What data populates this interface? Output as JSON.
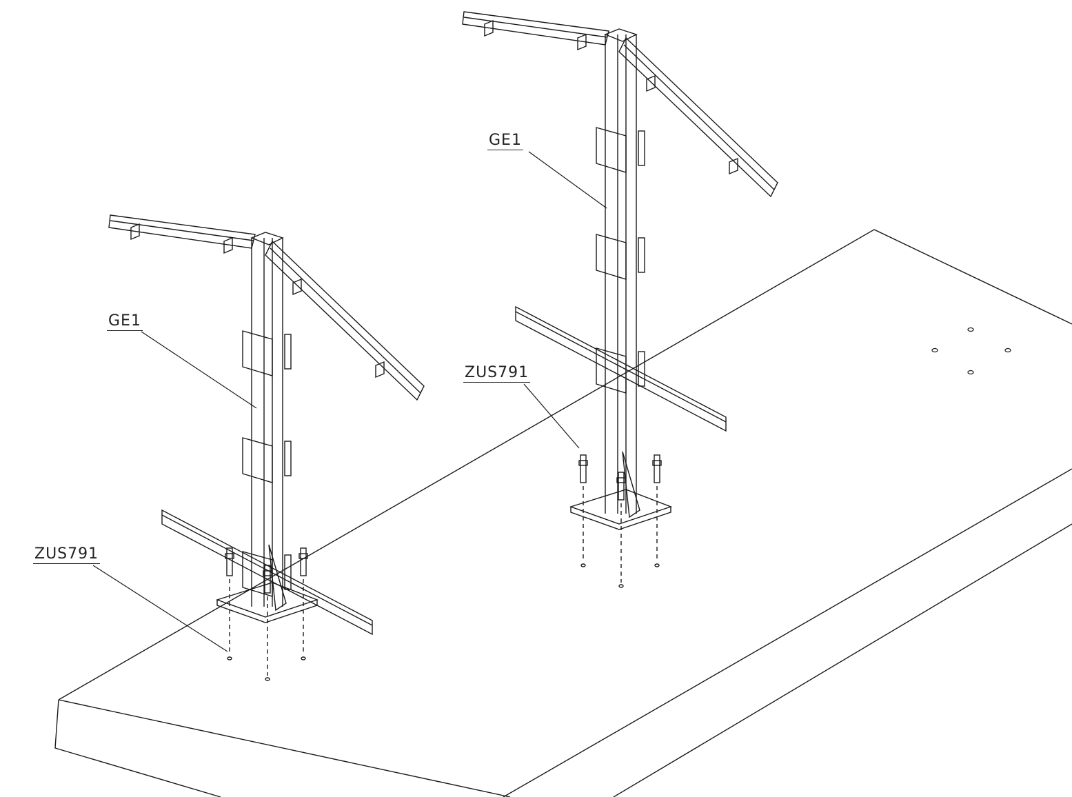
{
  "labels": {
    "post_left_ge": "GE1",
    "post_left_zus": "ZUS791",
    "post_right_ge": "GE1",
    "post_right_zus": "ZUS791"
  },
  "colors": {
    "line": "#1a1a1a",
    "background": "#ffffff"
  }
}
